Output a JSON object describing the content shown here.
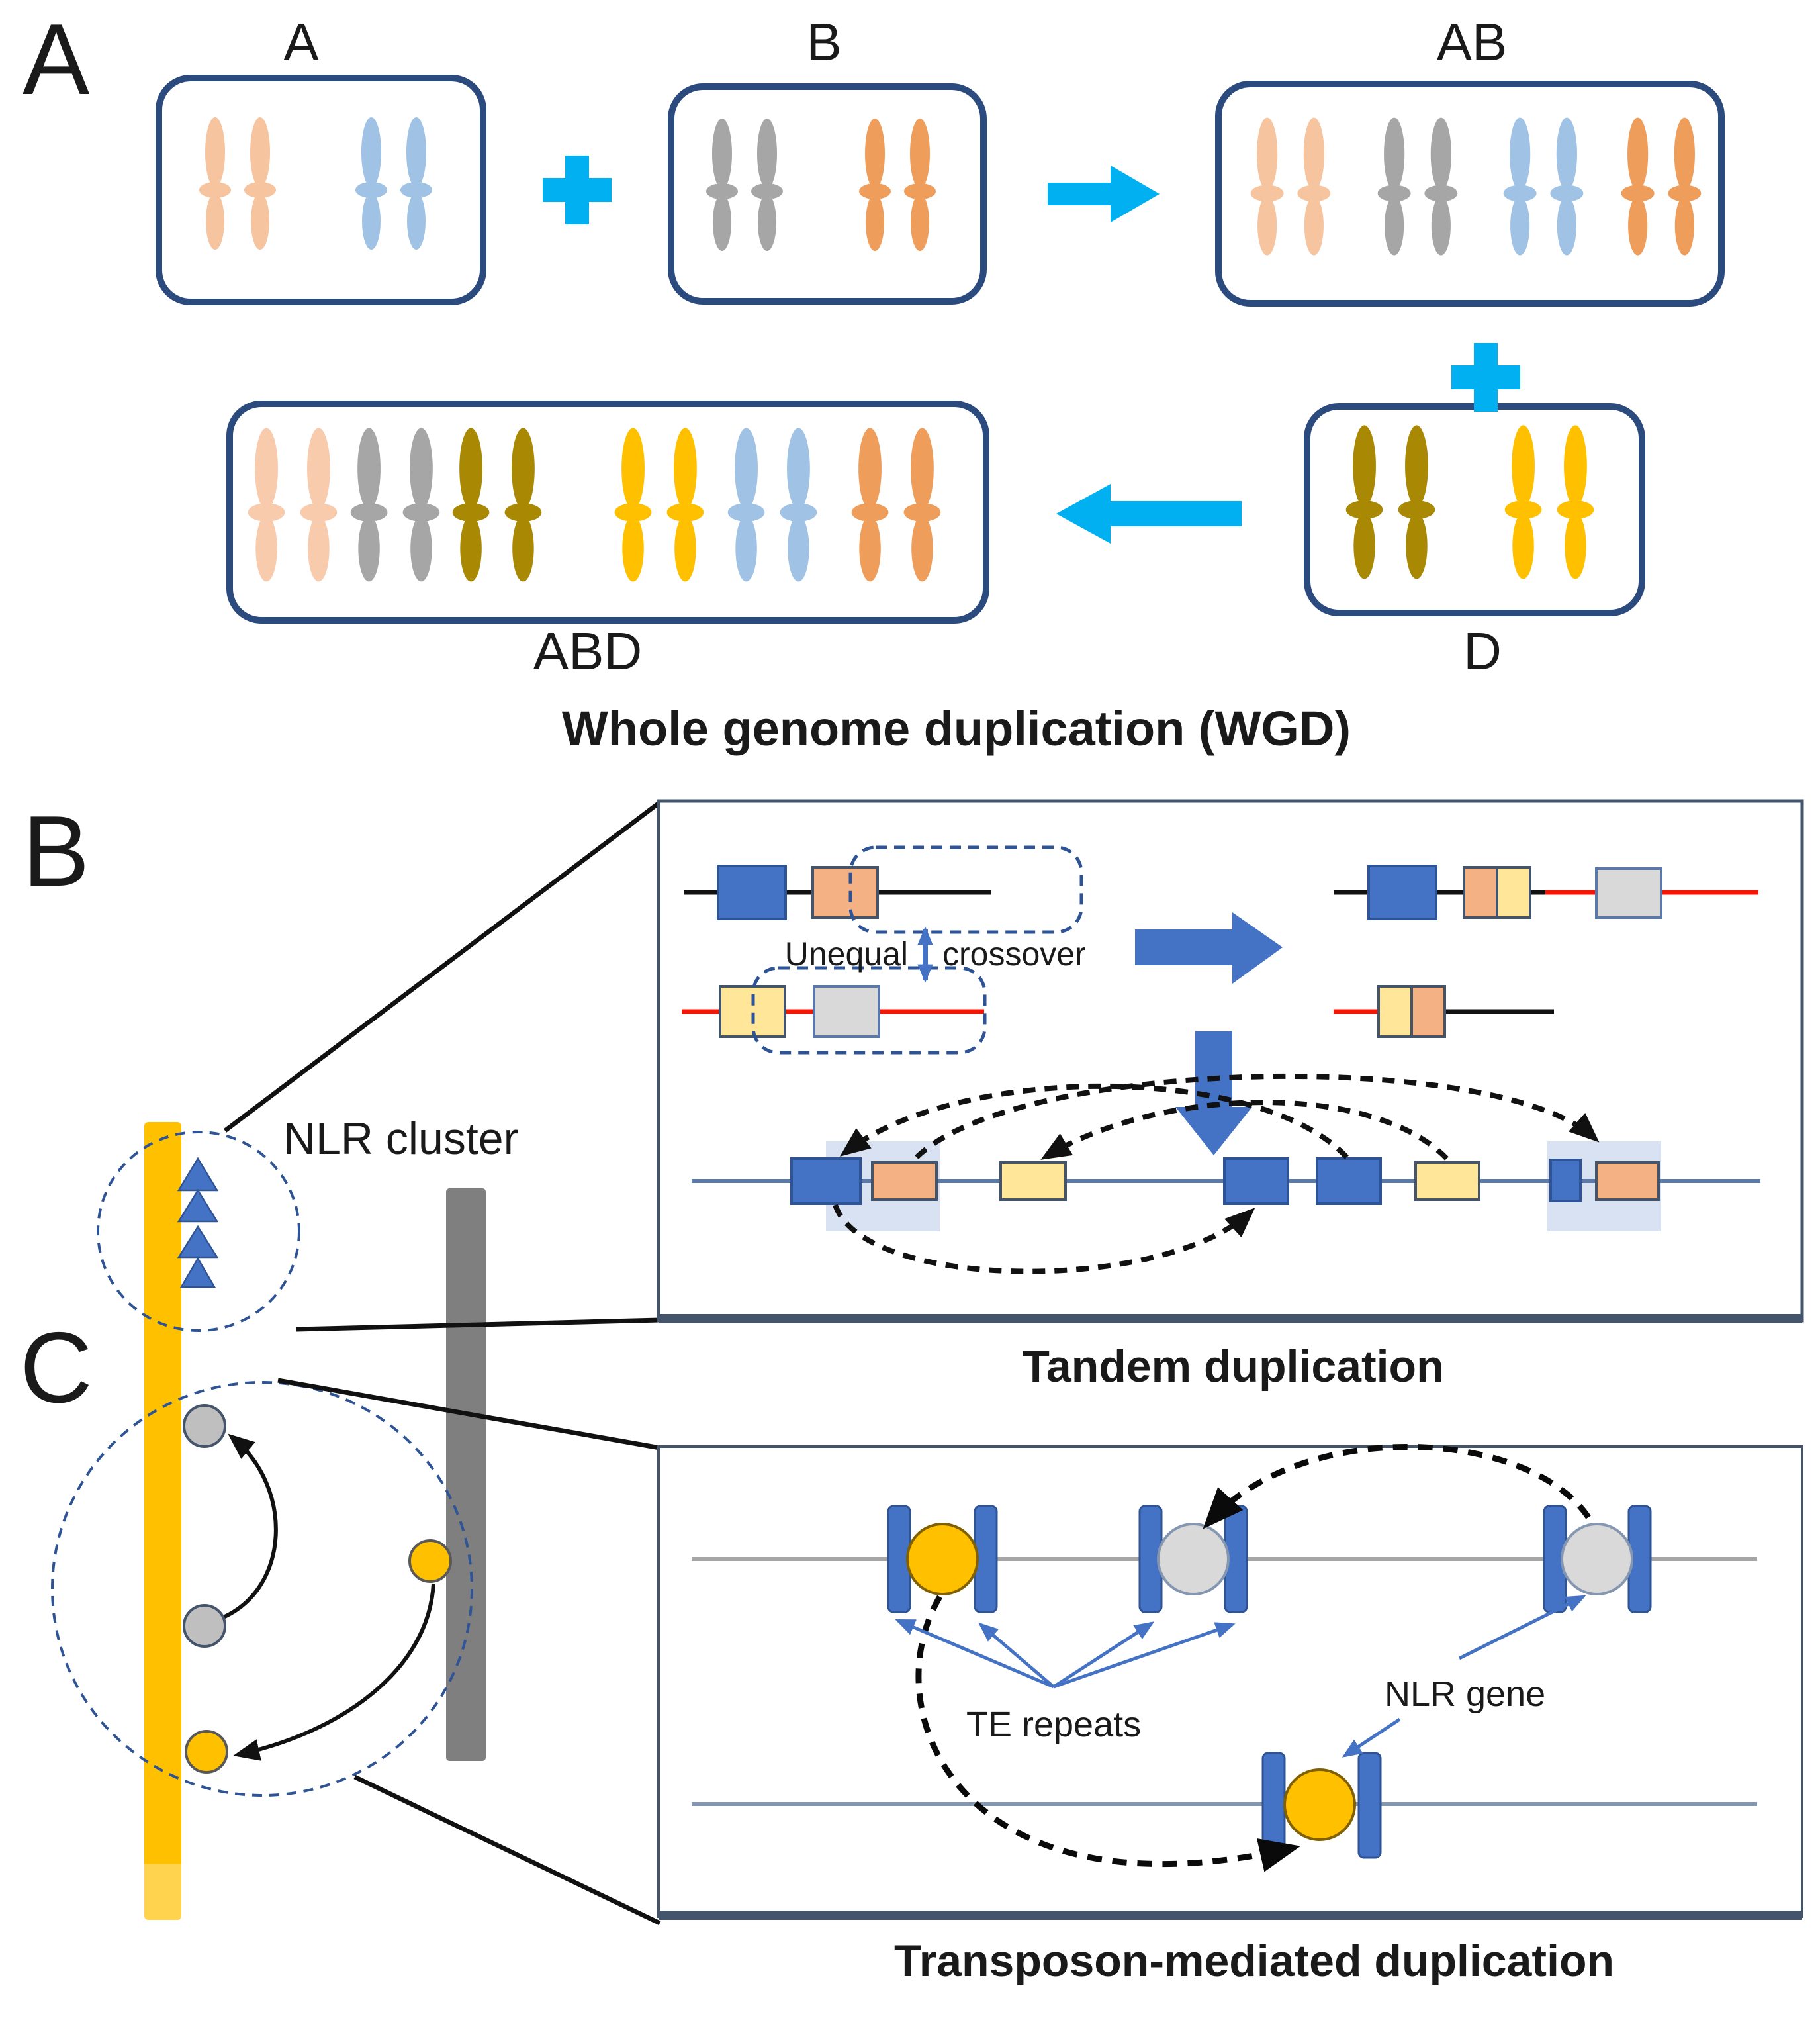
{
  "panel_labels": {
    "a": "A",
    "b": "B",
    "c": "C"
  },
  "wgd": {
    "title": "Whole genome duplication (WGD)",
    "genomes": [
      {
        "label": "A",
        "pairs": [
          "peach",
          "light_blue"
        ]
      },
      {
        "label": "B",
        "pairs": [
          "gray",
          "orange"
        ]
      },
      {
        "label": "AB",
        "pairs": [
          "peach",
          "gray",
          "light_blue",
          "orange"
        ]
      },
      {
        "label": "D",
        "pairs": [
          "dark_gold",
          "gold"
        ]
      },
      {
        "label": "ABD",
        "pairs": [
          "pale_peach",
          "gray",
          "dark_gold",
          "gold",
          "light_blue",
          "orange"
        ]
      }
    ]
  },
  "nlr_cluster_label": "NLR cluster",
  "tandem": {
    "caption": "Tandem duplication",
    "crossover_word_left": "Unequal",
    "crossover_word_right": "crossover"
  },
  "transposon": {
    "caption": "Transposon-mediated duplication",
    "te_repeats_label": "TE repeats",
    "nlr_gene_label": "NLR gene"
  },
  "palette": {
    "peach": "#F6C49E",
    "pale_peach": "#F8CBAD",
    "light_blue": "#9FC2E5",
    "gray": "#A6A6A6",
    "orange": "#EE9D5B",
    "dark_gold": "#A98904",
    "gold": "#FFC000",
    "cyan_accent": "#00B0F0",
    "genome_box_border": "#2B4A7E",
    "gene_blue": "#4472C4",
    "gene_peach": "#F4B183",
    "gene_yellow": "#FFE699",
    "gene_gray": "#D9D9D9",
    "panel_box_border": "#44546A",
    "dashed_navy": "#2F5496",
    "chromosome_bar_yellow": "#FFC000",
    "chromosome_bar_gray": "#7F7F7F",
    "highlight_blue": "#D9E2F3",
    "line_red": "#F51505",
    "line_steel_blue": "#5B79A8",
    "circle_gray": "#BFBFBF",
    "black": "#111111"
  }
}
